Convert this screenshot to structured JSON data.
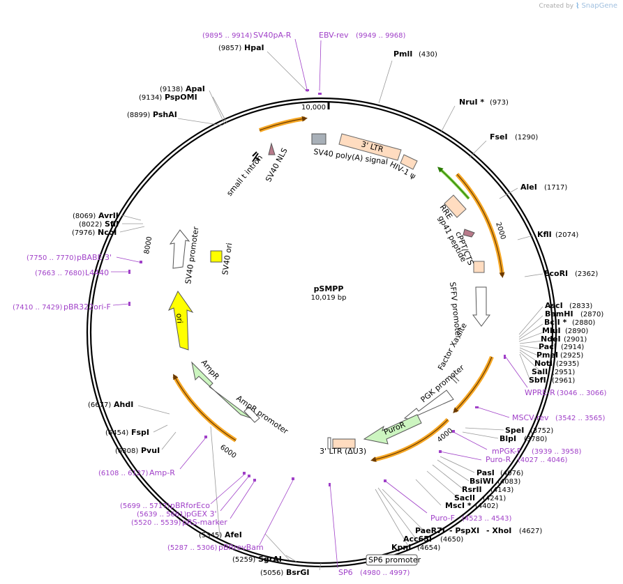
{
  "brand": {
    "prefix": "Created by",
    "name": "SnapGene"
  },
  "plasmid": {
    "name": "pSMPP",
    "size": "10,019 bp"
  },
  "ticks": {
    "t10000": "10,000",
    "t2000": "2000",
    "t4000": "4000",
    "t6000": "6000",
    "t8000": "8000"
  },
  "colors": {
    "primer": "#a040c8",
    "orange_arrow": "#f5a623",
    "ltr_fill": "#ffdcc0",
    "ampr_fill": "#ccf5c0",
    "ori_fill": "#ffff00"
  },
  "enzymes": {
    "pmli": {
      "name": "PmlI",
      "pos": "(430)"
    },
    "nrui": {
      "name": "NruI *",
      "pos": "(973)"
    },
    "fsei": {
      "name": "FseI",
      "pos": "(1290)"
    },
    "alei": {
      "name": "AleI",
      "pos": "(1717)"
    },
    "kfli": {
      "name": "KflI",
      "pos": "(2074)"
    },
    "ecori": {
      "name": "EcoRI",
      "pos": "(2362)"
    },
    "asci": {
      "name": "AscI",
      "pos": "(2833)"
    },
    "bamhi": {
      "name": "BamHI",
      "pos": "(2870)"
    },
    "bcli": {
      "name": "BclI *",
      "pos": "(2880)"
    },
    "mlui": {
      "name": "MluI",
      "pos": "(2890)"
    },
    "ndei": {
      "name": "NdeI",
      "pos": "(2901)"
    },
    "paci": {
      "name": "PacI",
      "pos": "(2914)"
    },
    "pmei": {
      "name": "PmeI",
      "pos": "(2925)"
    },
    "noti": {
      "name": "NotI",
      "pos": "(2935)"
    },
    "sali": {
      "name": "SalI",
      "pos": "(2951)"
    },
    "sbfi": {
      "name": "SbfI",
      "pos": "(2961)"
    },
    "spei": {
      "name": "SpeI",
      "pos": "(3752)"
    },
    "blpi": {
      "name": "BlpI",
      "pos": "(3780)"
    },
    "pasi": {
      "name": "PasI",
      "pos": "(4076)"
    },
    "bsiwi": {
      "name": "BsiWI",
      "pos": "(4083)"
    },
    "rsrii": {
      "name": "RsrII",
      "pos": "(4143)"
    },
    "sacii": {
      "name": "SacII",
      "pos": "(4241)"
    },
    "msci": {
      "name": "MscI *",
      "pos": "(4402)"
    },
    "paer7i": {
      "name": "PaeR7I",
      "pos": ""
    },
    "pspxi": {
      "name": "- PspXI",
      "pos": ""
    },
    "xhoi": {
      "name": "- XhoI",
      "pos": "(4627)"
    },
    "acc65i": {
      "name": "Acc65I",
      "pos": "(4650)"
    },
    "kpni": {
      "name": "KpnI",
      "pos": "(4654)"
    },
    "bsrgi": {
      "name": "BsrGI",
      "pos": "(5056)"
    },
    "sgrai": {
      "name": "SgrAI",
      "pos": "(5259)"
    },
    "afei": {
      "name": "AfeI",
      "pos": "(5345)"
    },
    "pvui": {
      "name": "PvuI",
      "pos": "(6308)"
    },
    "fspi": {
      "name": "FspI",
      "pos": "(6454)"
    },
    "ahdi": {
      "name": "AhdI",
      "pos": "(6677)"
    },
    "ncoi": {
      "name": "NcoI",
      "pos": "(7976)"
    },
    "sfii": {
      "name": "SfiI",
      "pos": "(8022)"
    },
    "avrii": {
      "name": "AvrII",
      "pos": "(8069)"
    },
    "pshai": {
      "name": "PshAI",
      "pos": "(8899)"
    },
    "pspomi": {
      "name": "PspOMI",
      "pos": "(9134)"
    },
    "apai": {
      "name": "ApaI",
      "pos": "(9138)"
    },
    "hpai": {
      "name": "HpaI",
      "pos": "(9857)"
    }
  },
  "primers": {
    "sv40pa": {
      "name": "SV40pA-R",
      "pos": "(9895 .. 9914)"
    },
    "ebv": {
      "name": "EBV-rev",
      "pos": "(9949 .. 9968)"
    },
    "wpre": {
      "name": "WPRE-R",
      "pos": "(3046 .. 3066)"
    },
    "mscv": {
      "name": "MSCV-rev",
      "pos": "(3542 .. 3565)"
    },
    "mpgk": {
      "name": "mPGK-F",
      "pos": "(3939 .. 3958)"
    },
    "puror": {
      "name": "Puro-R",
      "pos": "(4027 .. 4046)"
    },
    "purof": {
      "name": "Puro-F",
      "pos": "(4523 .. 4543)"
    },
    "sp6": {
      "name": "SP6",
      "pos": "(4980 .. 4997)"
    },
    "pbrrevbam": {
      "name": "pBRrevBam",
      "pos": "(5287 .. 5306)"
    },
    "prs": {
      "name": "pRS-marker",
      "pos": "(5520 .. 5539)"
    },
    "pgex": {
      "name": "pGEX 3'",
      "pos": "(5639 .. 5661)"
    },
    "pbrforeco": {
      "name": "pBRforEco",
      "pos": "(5699 .. 5717)"
    },
    "ampr": {
      "name": "Amp-R",
      "pos": "(6108 .. 6127)"
    },
    "pbr322": {
      "name": "pBR322ori-F",
      "pos": "(7410 .. 7429)"
    },
    "l4440": {
      "name": "L4440",
      "pos": "(7663 .. 7680)"
    },
    "pbabe": {
      "name": "pBABE 3'",
      "pos": "(7750 .. 7770)"
    }
  },
  "features": {
    "ltr3": "3' LTR",
    "sv40polya": "SV40 poly(A) signal",
    "hiv": "HIV-1 ψ",
    "rre": "RRE",
    "gp41": "gp41 peptide",
    "cppt": "cPPT/CTS",
    "sffv": "SFFV promoter",
    "factorxa": "Factor Xa site",
    "pgk": "PGK promoter",
    "puror": "PuroR",
    "ltr3du3": "3' LTR (ΔU3)",
    "sp6promoter": "SP6 promoter",
    "amprpromoter": "AmpR promoter",
    "ampr": "AmpR",
    "ori": "ori",
    "sv40promoter": "SV40 promoter",
    "sv40ori": "SV40 ori",
    "smalltintron": "small t intron",
    "sv40nls": "SV40 NLS"
  }
}
